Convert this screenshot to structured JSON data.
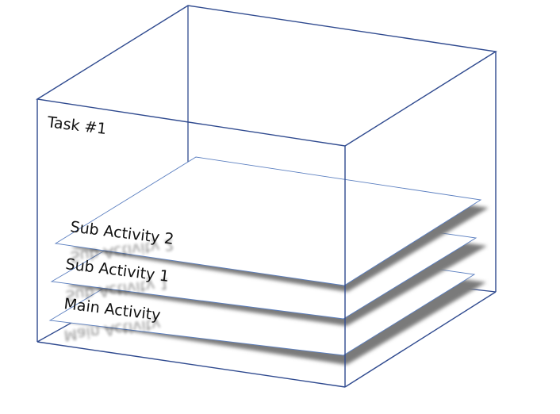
{
  "diagram": {
    "container_label": "Task #1",
    "layers": [
      {
        "label": "Sub Activity 2"
      },
      {
        "label": "Sub Activity 1"
      },
      {
        "label": "Main Activity"
      }
    ]
  },
  "colors": {
    "box_edge": "#2f4a8f",
    "layer_edge": "#5b7fc0",
    "layer_fill": "#ffffff",
    "shadow": "#7a7a7a",
    "text": "#111111"
  }
}
